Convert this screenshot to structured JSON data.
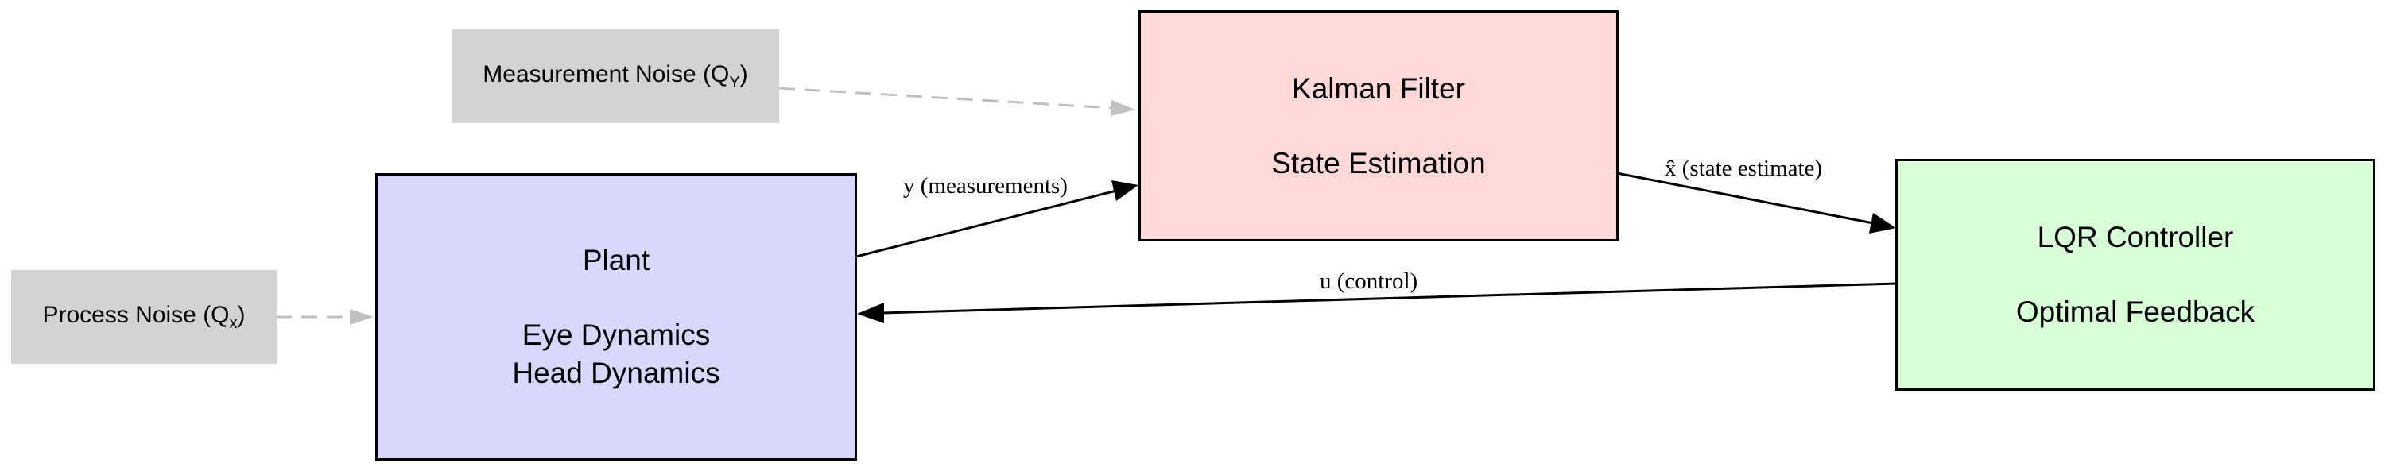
{
  "colors": {
    "plant_fill": "#d8d8ff",
    "kalman_fill": "#ffd8d8",
    "lqr_fill": "#d8ffd8",
    "noise_fill": "#d3d3d3",
    "solid_edge": "#000000",
    "dashed_edge": "#c0c0c0"
  },
  "nodes": {
    "process_noise": {
      "text": "Process Noise (Q",
      "sub": "x",
      "close": ")"
    },
    "measurement_noise": {
      "text": "Measurement Noise (Q",
      "sub": "Y",
      "close": ")"
    },
    "plant": {
      "title": "Plant",
      "lines": [
        "Eye Dynamics",
        "Head Dynamics"
      ]
    },
    "kalman": {
      "title": "Kalman Filter",
      "lines": [
        "State Estimation"
      ]
    },
    "lqr": {
      "title": "LQR Controller",
      "lines": [
        "Optimal Feedback"
      ]
    }
  },
  "edges": {
    "y_label": "y (measurements)",
    "xhat_label": "x̂ (state estimate)",
    "u_label": "u (control)"
  }
}
